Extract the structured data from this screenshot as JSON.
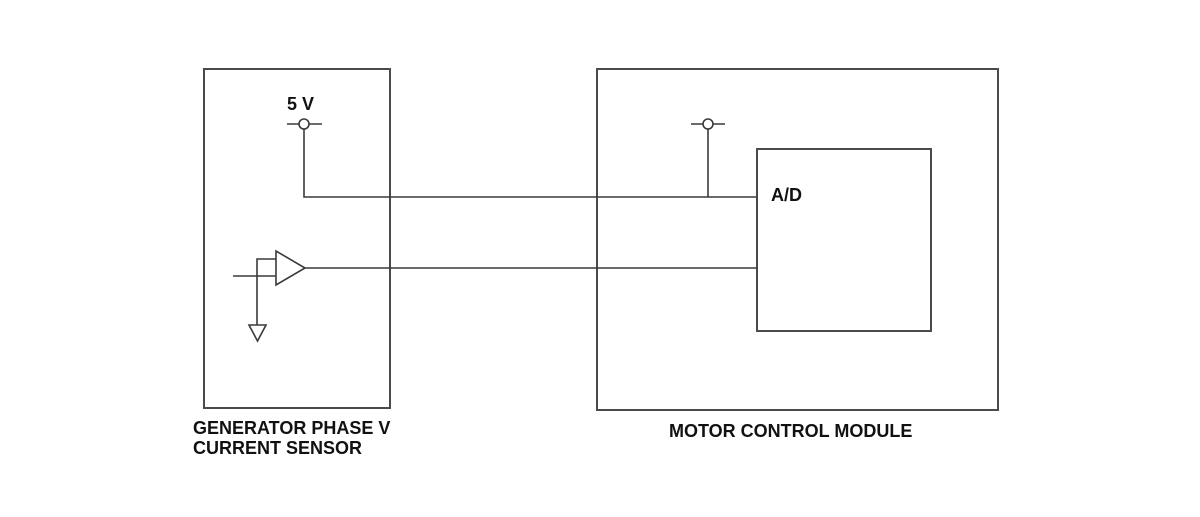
{
  "labels": {
    "voltage": "5 V",
    "converter": "A/D",
    "sensor_line1": "GENERATOR PHASE V",
    "sensor_line2": "CURRENT SENSOR",
    "module": "MOTOR CONTROL MODULE"
  }
}
